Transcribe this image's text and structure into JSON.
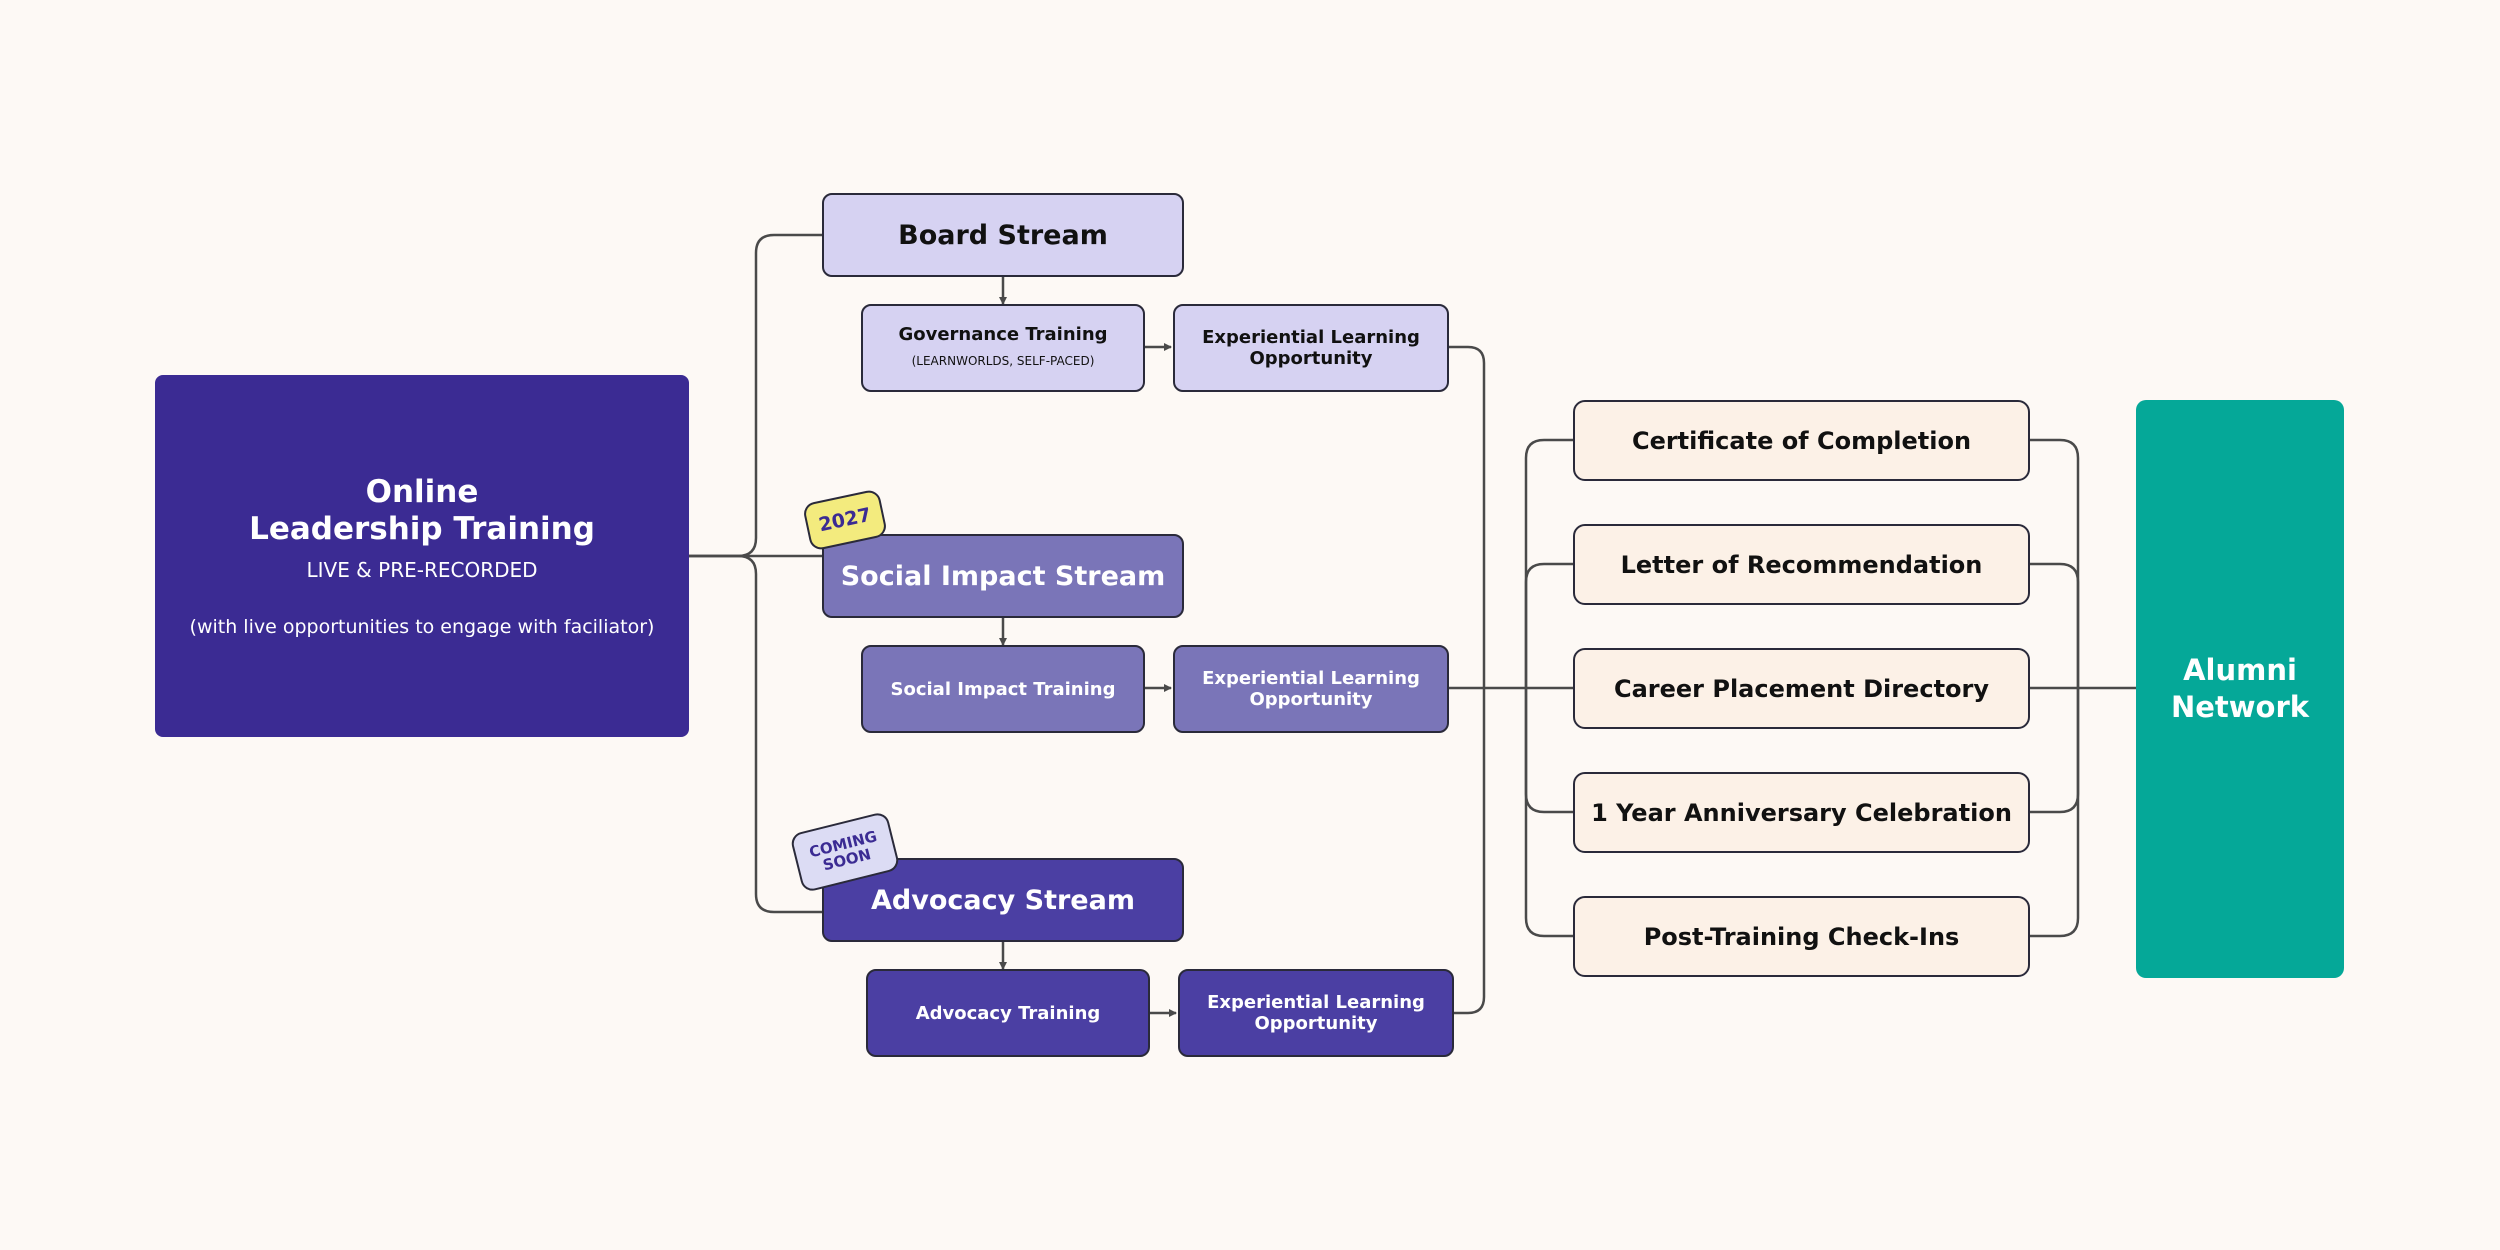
{
  "diagram": {
    "main": {
      "title_line1": "Online",
      "title_line2": "Leadership Training",
      "subtitle": "LIVE & PRE-RECORDED",
      "note": "(with live opportunities to engage with faciliator)"
    },
    "streams": {
      "board": {
        "title": "Board Stream",
        "training_title": "Governance Training",
        "training_sub": "(LEARNWORLDS, SELF-PACED)",
        "experience_line1": "Experiential Learning",
        "experience_line2": "Opportunity"
      },
      "social": {
        "title": "Social Impact Stream",
        "badge": "2027",
        "training_title": "Social Impact Training",
        "experience_line1": "Experiential Learning",
        "experience_line2": "Opportunity"
      },
      "advocacy": {
        "title": "Advocacy Stream",
        "badge_line1": "COMING",
        "badge_line2": "SOON",
        "training_title": "Advocacy Training",
        "experience_line1": "Experiential Learning",
        "experience_line2": "Opportunity"
      }
    },
    "outcomes": [
      "Certificate of Completion",
      "Letter of Recommendation",
      "Career Placement Directory",
      "1 Year Anniversary Celebration",
      "Post-Training Check-Ins"
    ],
    "alumni": {
      "line1": "Alumni",
      "line2": "Network"
    },
    "colors": {
      "background": "#fdf9f5",
      "main": "#3b2b93",
      "board": "#d6d2f2",
      "social": "#7a75b8",
      "advocacy": "#4b3fa3",
      "outcome": "#fcf1e7",
      "alumni": "#05a898",
      "badge_2027": "#f3eb7e",
      "badge_soon": "#dcdcf4",
      "connector": "#4a4a4a"
    }
  }
}
